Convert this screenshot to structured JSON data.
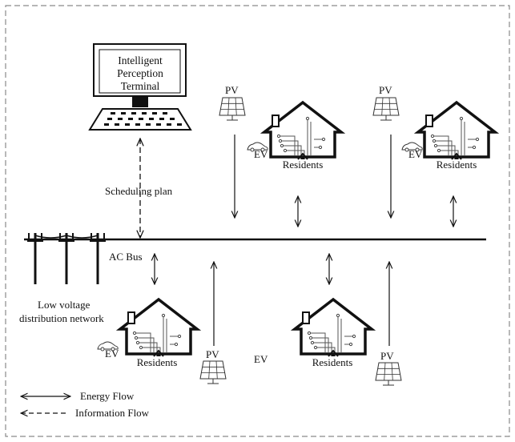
{
  "terminal": {
    "line1": "Intelligent",
    "line2": "Perception",
    "line3": "Terminal"
  },
  "labels": {
    "scheduling_plan": "Scheduling plan",
    "ac_bus": "AC Bus",
    "network_line1": "Low voltage",
    "network_line2": "distribution network",
    "pv": "PV",
    "ev": "EV",
    "residents": "Residents"
  },
  "legend": {
    "energy_flow": "Energy Flow",
    "information_flow": "Information Flow"
  }
}
